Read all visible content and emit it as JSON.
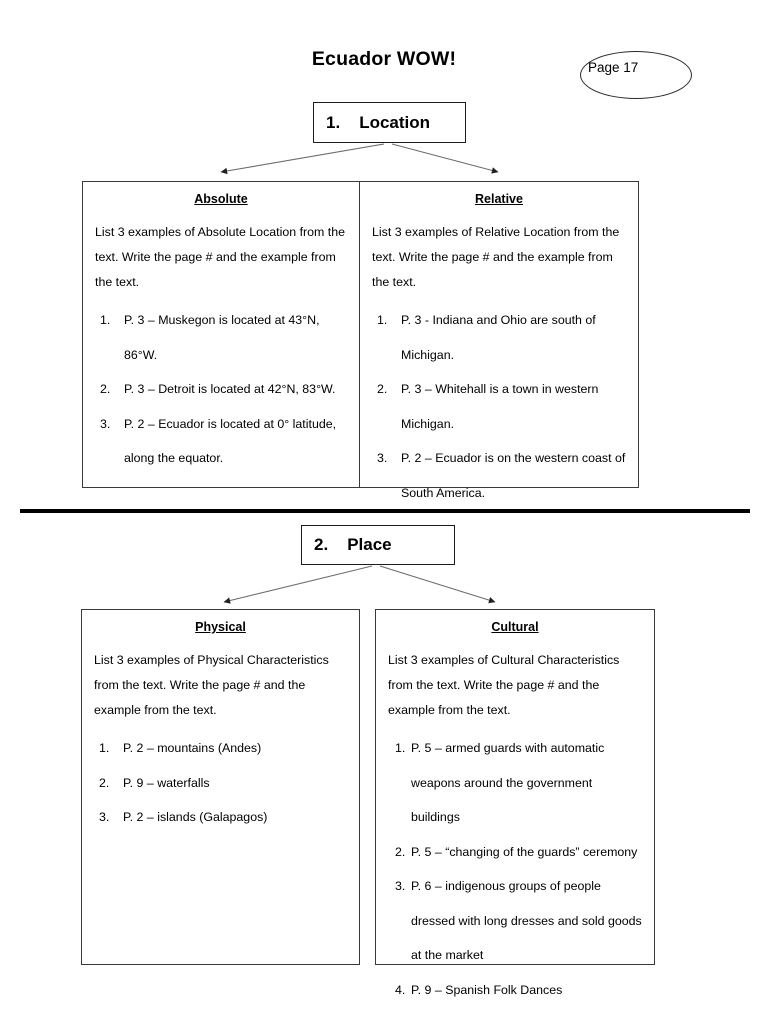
{
  "document": {
    "title": "Ecuador WOW!",
    "page_label": "Page 17"
  },
  "sections": [
    {
      "number": "1.",
      "name": "Location",
      "columns": [
        {
          "heading": "Absolute",
          "intro": "List 3 examples of Absolute Location from the text.  Write the page # and the example from the text.",
          "items": [
            "P. 3 – Muskegon is located at 43°N, 86°W.",
            "P. 3 – Detroit is located at 42°N, 83°W.",
            "P. 2 – Ecuador is located at 0° latitude, along the equator."
          ],
          "markers": [
            "1.",
            "2.",
            "3."
          ]
        },
        {
          "heading": "Relative",
          "intro": "List 3 examples of Relative Location from the text.  Write the page # and the example from the text.",
          "items": [
            "P. 3 - Indiana and Ohio are south of Michigan.",
            "P. 3 – Whitehall is a town in western Michigan.",
            "P. 2 – Ecuador is on the western coast of South America."
          ],
          "markers": [
            "1.",
            "2.",
            "3."
          ]
        }
      ]
    },
    {
      "number": "2.",
      "name": "Place",
      "columns": [
        {
          "heading": "Physical",
          "intro": "List 3 examples of Physical Characteristics from the text.  Write the page # and the example from the text.",
          "items": [
            "P. 2 – mountains (Andes)",
            "P. 9 – waterfalls",
            "P. 2 – islands (Galapagos)"
          ],
          "markers": [
            "1.",
            "2.",
            "3."
          ]
        },
        {
          "heading": "Cultural",
          "intro": "List 3 examples of Cultural Characteristics from the text.  Write the page # and the example from the text.",
          "items": [
            "P. 5 – armed guards with automatic weapons around the government buildings",
            "P. 5 – “changing of the guards” ceremony",
            "P. 6 – indigenous groups of people dressed with long dresses and sold goods at the market",
            "P. 9 – Spanish Folk Dances"
          ],
          "markers": [
            "1.",
            "2.",
            "3.",
            "4."
          ]
        }
      ]
    }
  ]
}
